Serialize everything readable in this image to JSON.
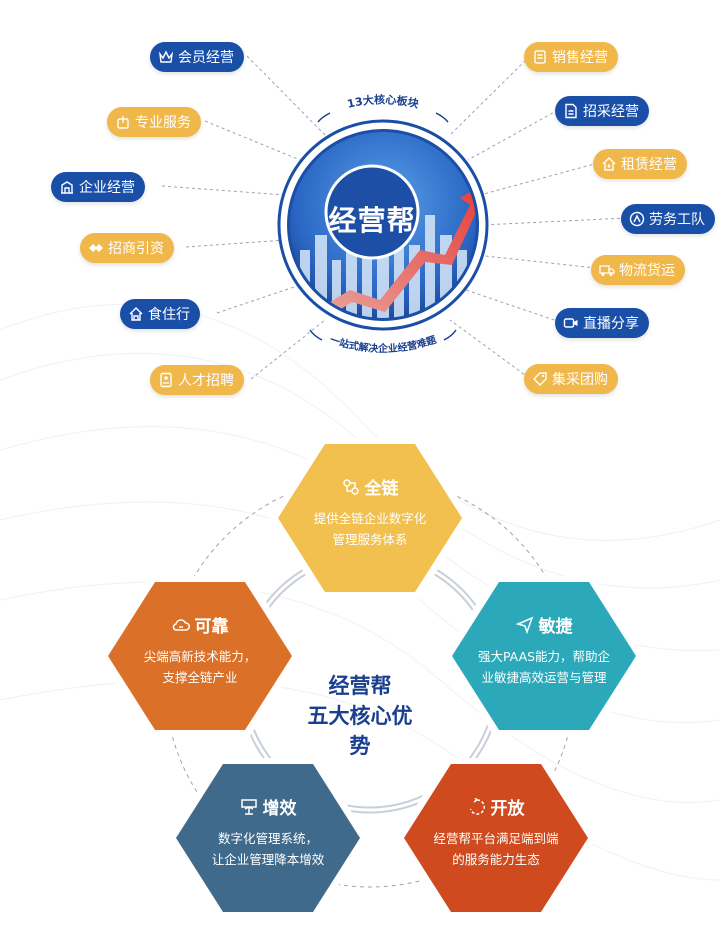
{
  "hub": {
    "title": "经营帮",
    "top_arc": "13大核心板块",
    "bottom_arc": "一站式解决企业经营难题"
  },
  "left_items": [
    {
      "label": "会员经营",
      "style": "blue",
      "icon": "crown-icon"
    },
    {
      "label": "专业服务",
      "style": "gold",
      "icon": "service-icon"
    },
    {
      "label": "企业经营",
      "style": "blue",
      "icon": "building-icon"
    },
    {
      "label": "招商引资",
      "style": "gold",
      "icon": "handshake-icon"
    },
    {
      "label": "食住行",
      "style": "blue",
      "icon": "home-icon"
    },
    {
      "label": "人才招聘",
      "style": "gold",
      "icon": "resume-icon"
    }
  ],
  "right_items": [
    {
      "label": "销售经营",
      "style": "gold",
      "icon": "clipboard-icon"
    },
    {
      "label": "招采经营",
      "style": "blue",
      "icon": "document-icon"
    },
    {
      "label": "租赁经营",
      "style": "gold",
      "icon": "house-price-icon"
    },
    {
      "label": "劳务工队",
      "style": "blue",
      "icon": "worker-icon"
    },
    {
      "label": "物流货运",
      "style": "gold",
      "icon": "truck-icon"
    },
    {
      "label": "直播分享",
      "style": "blue",
      "icon": "video-icon"
    },
    {
      "label": "集采团购",
      "style": "gold",
      "icon": "tag-icon"
    }
  ],
  "advantages": {
    "center_line1": "经营帮",
    "center_line2": "五大核心优势",
    "items": [
      {
        "key": "quanlian",
        "title": "全链",
        "line1": "提供全链企业数字化",
        "line2": "管理服务体系",
        "color": "#f2c04e",
        "icon": "chain-icon"
      },
      {
        "key": "minjie",
        "title": "敏捷",
        "line1": "强大PAAS能力，帮助企",
        "line2": "业敏捷高效运营与管理",
        "color": "#2ba9ba",
        "icon": "send-icon"
      },
      {
        "key": "kaifang",
        "title": "开放",
        "line1": "经营帮平台满足端到端",
        "line2": "的服务能力生态",
        "color": "#cf4a1e",
        "icon": "loop-icon"
      },
      {
        "key": "zengxiao",
        "title": "增效",
        "line1": "数字化管理系统，",
        "line2": "让企业管理降本增效",
        "color": "#3f6a8c",
        "icon": "growth-icon"
      },
      {
        "key": "kekao",
        "title": "可靠",
        "line1": "尖端高新技术能力，",
        "line2": "支撑全链产业",
        "color": "#db7028",
        "icon": "cloud-icon"
      }
    ]
  }
}
